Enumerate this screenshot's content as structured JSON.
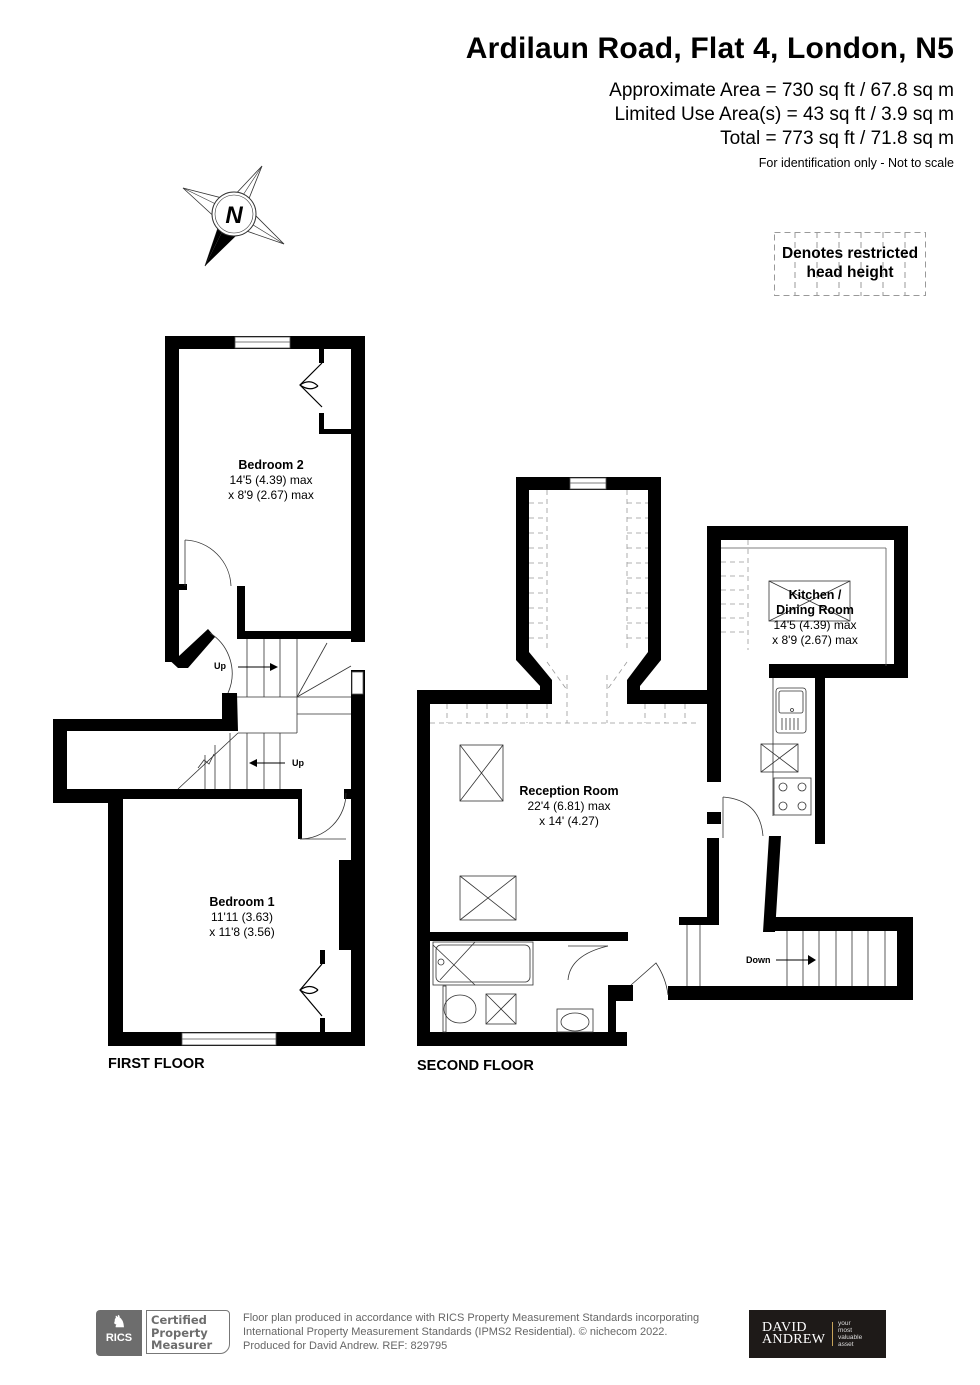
{
  "header": {
    "title": "Ardilaun Road, Flat 4, London, N5",
    "areas": [
      "Approximate Area = 730 sq ft / 67.8 sq m",
      "Limited Use Area(s) = 43 sq ft / 3.9 sq m",
      "Total = 773 sq ft / 71.8 sq m"
    ],
    "disclaimer": "For identification only - Not to scale"
  },
  "compass": {
    "label": "N"
  },
  "legend": {
    "text": "Denotes restricted head height"
  },
  "floors": [
    {
      "label": "FIRST FLOOR",
      "rooms": [
        {
          "name": "Bedroom 2",
          "dim1": "14'5 (4.39) max",
          "dim2": "x 8'9 (2.67) max"
        },
        {
          "name": "Bedroom 1",
          "dim1": "11'11 (3.63)",
          "dim2": "x 11'8 (3.56)"
        }
      ],
      "stairs": [
        "Up",
        "Up"
      ]
    },
    {
      "label": "SECOND FLOOR",
      "rooms": [
        {
          "name": "Reception Room",
          "dim1": "22'4 (6.81) max",
          "dim2": "x 14' (4.27)"
        },
        {
          "name": "Kitchen /",
          "name2": "Dining Room",
          "dim1": "14'5 (4.39) max",
          "dim2": "x 8'9 (2.67) max"
        }
      ],
      "stairs": [
        "Down"
      ]
    }
  ],
  "footer": {
    "rics": {
      "logo_text": "RICS",
      "cert_lines": [
        "Certified",
        "Property",
        "Measurer"
      ]
    },
    "text_lines": [
      "Floor plan produced in accordance with RICS Property Measurement Standards incorporating",
      "International Property Measurement Standards (IPMS2 Residential).   © nichecom 2022.",
      "Produced for David Andrew.   REF:  829795"
    ],
    "brand": {
      "name_line1": "DAVID",
      "name_line2": "ANDREW",
      "tagline": [
        "your",
        "most",
        "valuable",
        "asset"
      ]
    }
  },
  "colors": {
    "wall": "#000000",
    "dashed": "#999999",
    "footer_grey": "#6d6d6d",
    "brand_bg": "#1e1a18",
    "brand_accent": "#c7a35a"
  }
}
